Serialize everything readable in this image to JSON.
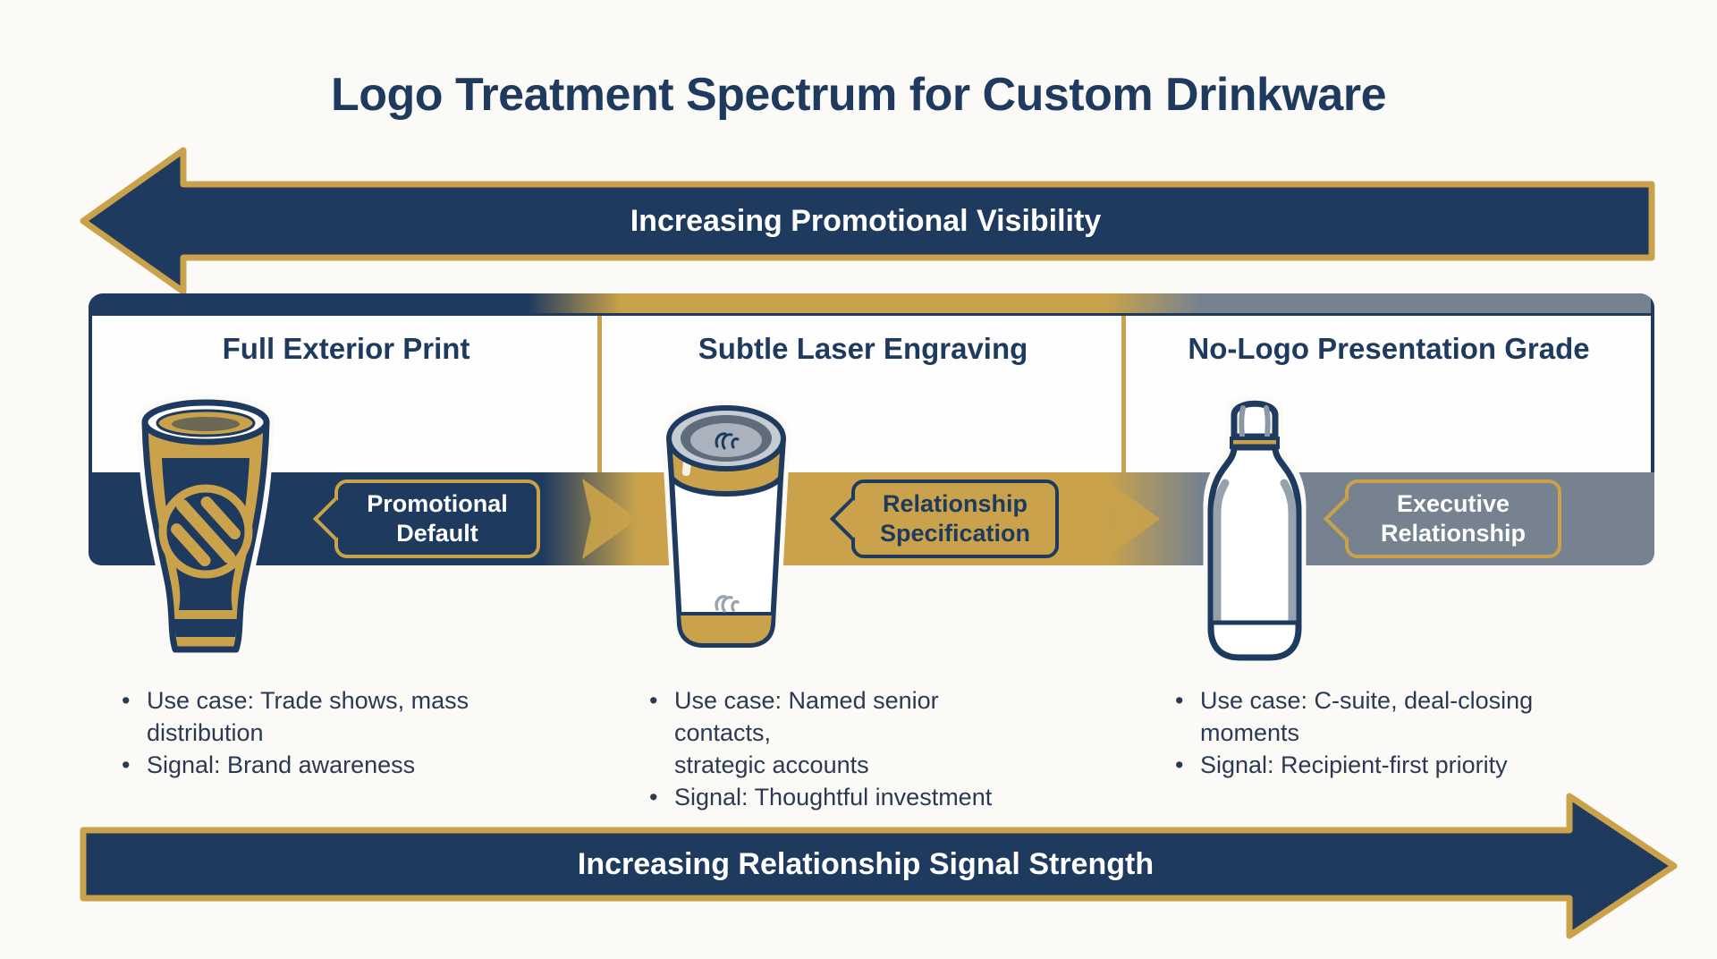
{
  "title": "Logo Treatment Spectrum for Custom Drinkware",
  "top_arrow": {
    "label": "Increasing Promotional Visibility",
    "direction": "left"
  },
  "bottom_arrow": {
    "label": "Increasing Relationship Signal Strength",
    "direction": "right"
  },
  "columns": [
    {
      "header": "Full Exterior Print",
      "icon": "printed-tumbler-icon",
      "badge": {
        "label": "Promotional\nDefault",
        "fill": "#1e3a5f",
        "border": "#c9a24b",
        "text_color": "#ffffff"
      },
      "bullets": [
        "Use case: Trade shows, mass\ndistribution",
        "Signal: Brand awareness"
      ]
    },
    {
      "header": "Subtle Laser Engraving",
      "icon": "engraved-tumbler-icon",
      "badge": {
        "label": "Relationship\nSpecification",
        "fill": "#c9a24b",
        "border": "#1e3a5f",
        "text_color": "#1e3a5f"
      },
      "bullets": [
        "Use case: Named senior contacts,\nstrategic accounts",
        "Signal: Thoughtful investment"
      ]
    },
    {
      "header": "No-Logo Presentation Grade",
      "icon": "plain-bottle-icon",
      "badge": {
        "label": "Executive\nRelationship",
        "fill": "#76828f",
        "border": "#c9a24b",
        "text_color": "#ffffff"
      },
      "bullets": [
        "Use case: C-suite, deal-closing\nmoments",
        "Signal: Recipient-first priority"
      ]
    }
  ],
  "colors": {
    "navy": "#1e3a5f",
    "gold": "#c9a24b",
    "slate_gray": "#76828f",
    "background": "#fbfaf7",
    "bullet_text": "#2b3a52",
    "white": "#ffffff"
  }
}
